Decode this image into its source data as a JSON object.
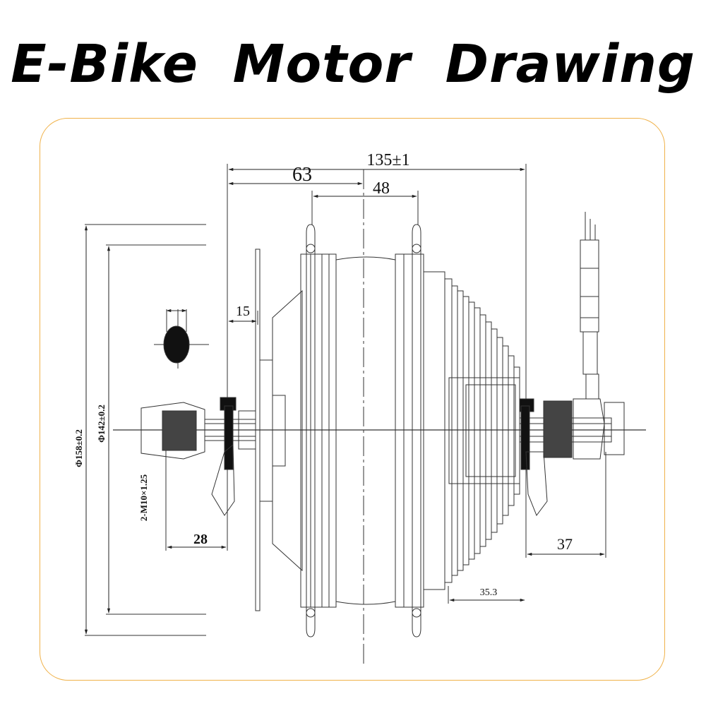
{
  "title": "E-Bike  Motor  Drawing",
  "frame_color": "#f0b24a",
  "dimensions": {
    "overall_width": "135±1",
    "left_offset": "63",
    "center_hub": "48",
    "flange_gap": "15",
    "axle_left": "28",
    "axle_right": "37",
    "cassette": "35.3",
    "outer_diameter": "Φ158±0.2",
    "inner_diameter": "Φ142±0.2",
    "thread": "2-M10×1.25"
  }
}
